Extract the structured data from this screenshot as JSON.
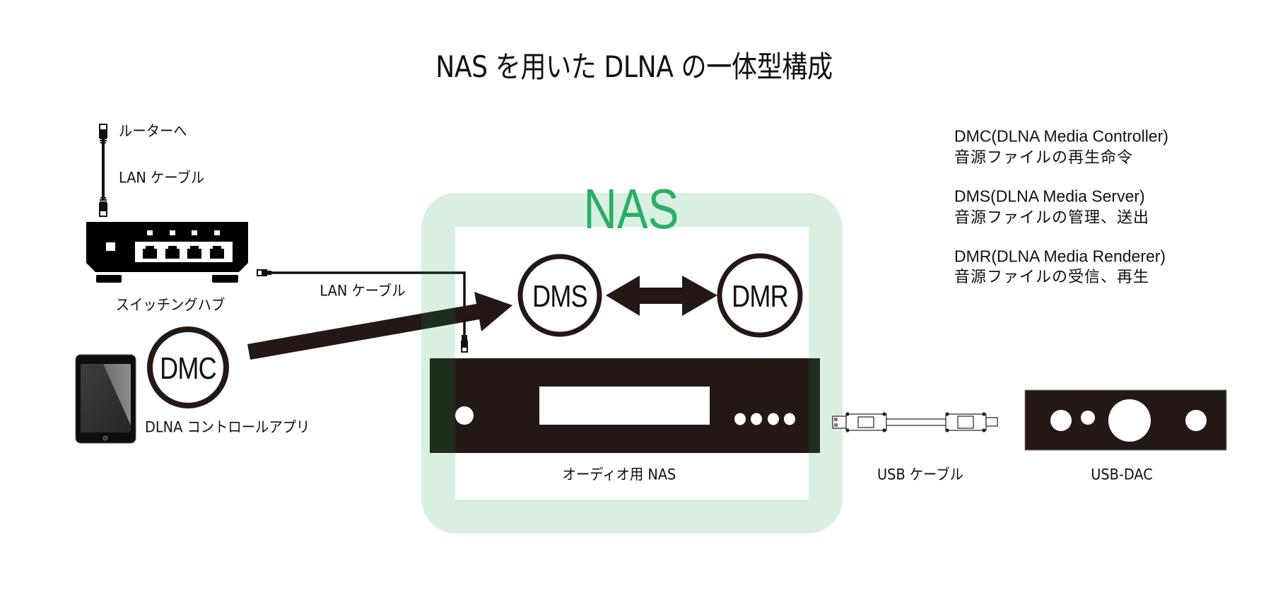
{
  "title": "NAS を用いた DLNA の一体型構成",
  "nas_area_label": "NAS",
  "nodes": {
    "dmc": "DMC",
    "dms": "DMS",
    "dmr": "DMR"
  },
  "labels": {
    "router": "ルーターへ",
    "lan_cable_top": "LAN ケーブル",
    "switching_hub": "スイッチングハブ",
    "lan_cable_mid": "LAN ケーブル",
    "control_app": "DLNA コントロールアプリ",
    "audio_nas": "オーディオ用 NAS",
    "usb_cable": "USB ケーブル",
    "usb_dac": "USB-DAC"
  },
  "legend": [
    {
      "term": "DMC(DLNA Media Controller)",
      "description": "音源ファイルの再生命令"
    },
    {
      "term": "DMS(DLNA Media Server)",
      "description": "音源ファイルの管理、送出"
    },
    {
      "term": "DMR(DLNA Media Renderer)",
      "description": "音源ファイルの受信、再生"
    }
  ],
  "colors": {
    "device_dark": "#231815",
    "nas_green_text": "#2aae68",
    "nas_frame_tint": "#d9efe2"
  },
  "icons": {
    "tablet": "tablet-icon",
    "switching_hub": "switching-hub-icon",
    "lan_connector": "lan-connector-icon",
    "usb_cable": "usb-cable-icon",
    "audio_nas": "nas-device-icon",
    "usb_dac": "usb-dac-icon"
  }
}
